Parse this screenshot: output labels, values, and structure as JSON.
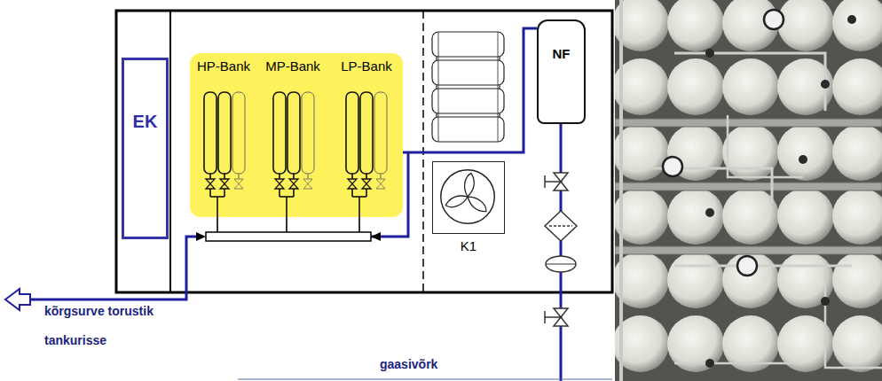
{
  "diagram": {
    "nodes": [
      {
        "text": [
          "EK"
        ]
      },
      {
        "text": [
          "HP-Bank",
          "MP-Bank",
          "LP-Bank"
        ]
      },
      {
        "text": [
          "NF"
        ]
      },
      {
        "text": [
          "K1"
        ]
      }
    ],
    "edges": [
      {
        "from": 2,
        "to": 1,
        "arrow": "none"
      }
    ],
    "labels": [
      "kõrgsurve torustik",
      "tankurisse",
      "gaasivõrk"
    ]
  }
}
